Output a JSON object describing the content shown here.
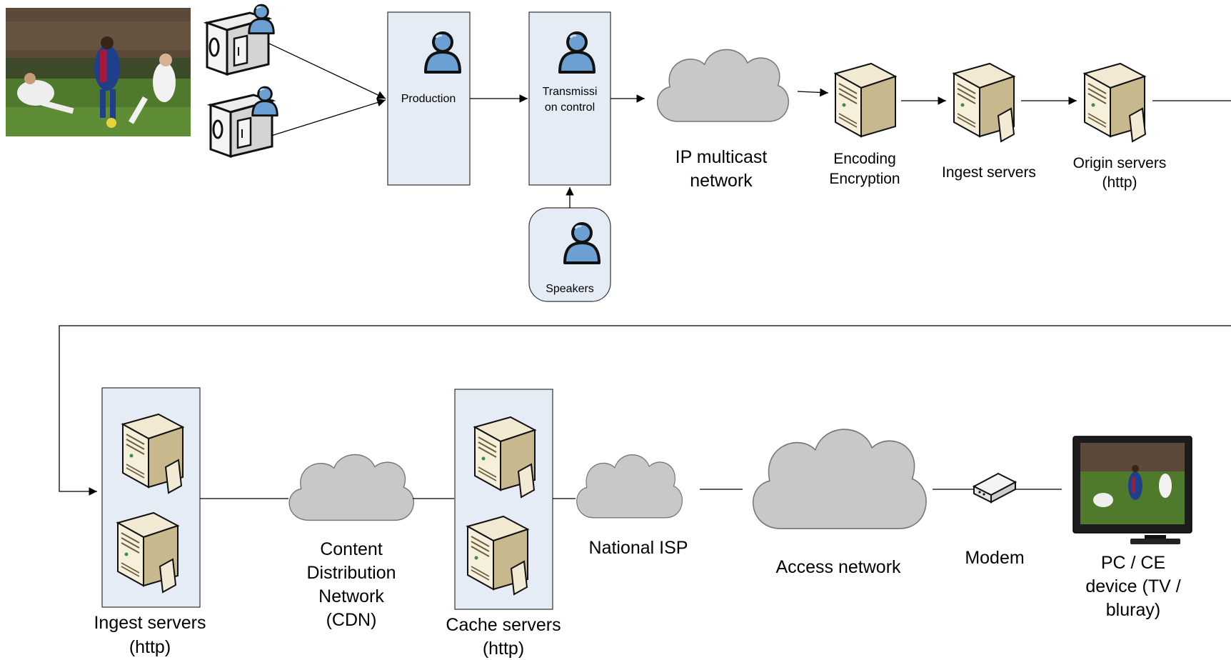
{
  "diagram": {
    "top_row": {
      "production": "Production",
      "transmission_line1": "Transmissi",
      "transmission_line2": "on control",
      "speakers": "Speakers",
      "ip_line1": "IP multicast",
      "ip_line2": "network",
      "encoding_line1": "Encoding",
      "encoding_line2": "Encryption",
      "ingest": "Ingest servers",
      "origin_line1": "Origin servers",
      "origin_line2": "(http)"
    },
    "bottom_row": {
      "ingest_line1": "Ingest servers",
      "ingest_line2": "(http)",
      "cdn_line1": "Content",
      "cdn_line2": "Distribution",
      "cdn_line3": "Network",
      "cdn_line4": "(CDN)",
      "cache_line1": "Cache servers",
      "cache_line2": "(http)",
      "isp": "National ISP",
      "access": "Access network",
      "modem": "Modem",
      "pc_line1": "PC / CE",
      "pc_line2": "device (TV /",
      "pc_line3": "bluray)"
    },
    "colors": {
      "box_fill": "#e6ecf6",
      "person_blue": "#6c9fd2",
      "cloud_gray": "#c8c8c8",
      "server_tan": "#d8ccaa",
      "pitch_green": "#4f7a2c",
      "team_blue": "#1f3e8c",
      "team_red": "#a4193a"
    },
    "icons": [
      "football-photo",
      "video-camera-icon",
      "person-icon",
      "cloud-icon",
      "server-icon",
      "modem-icon",
      "tv-icon"
    ]
  }
}
